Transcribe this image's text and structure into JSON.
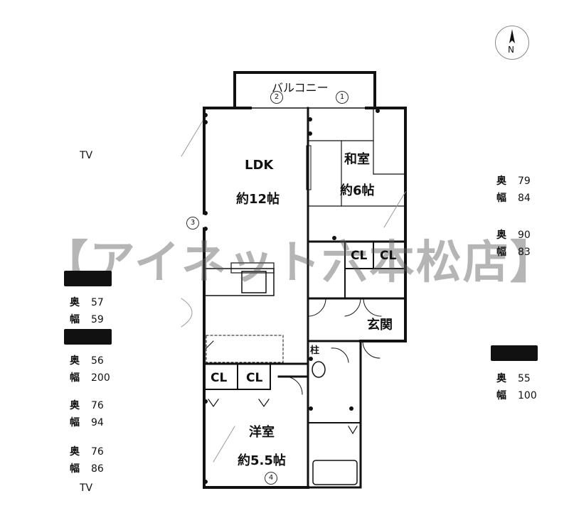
{
  "balcony": "バルコニー",
  "rooms": {
    "ldk": {
      "name": "LDK",
      "size": "約12帖"
    },
    "washitsu": {
      "name": "和室",
      "size": "約6帖"
    },
    "youshitsu": {
      "name": "洋室",
      "size": "約5.5帖"
    },
    "genkan": "玄関"
  },
  "closets": [
    "CL",
    "CL",
    "CL",
    "CL"
  ],
  "column_label": "柱",
  "window_markers": [
    "1",
    "2",
    "3",
    "4"
  ],
  "compass": {
    "letter": "N"
  },
  "watermark": "【アイネット六本松店】",
  "tv_labels": [
    "TV",
    "TV"
  ],
  "dimensions": {
    "left": [
      {
        "depth_key": "奥",
        "depth": "57",
        "width_key": "幅",
        "width": "59"
      },
      {
        "depth_key": "奥",
        "depth": "56",
        "width_key": "幅",
        "width": "200"
      },
      {
        "depth_key": "奥",
        "depth": "76",
        "width_key": "幅",
        "width": "94"
      },
      {
        "depth_key": "奥",
        "depth": "76",
        "width_key": "幅",
        "width": "86"
      }
    ],
    "right": [
      {
        "depth_key": "奥",
        "depth": "79",
        "width_key": "幅",
        "width": "84"
      },
      {
        "depth_key": "奥",
        "depth": "90",
        "width_key": "幅",
        "width": "83"
      },
      {
        "depth_key": "奥",
        "depth": "55",
        "width_key": "幅",
        "width": "100"
      }
    ]
  }
}
